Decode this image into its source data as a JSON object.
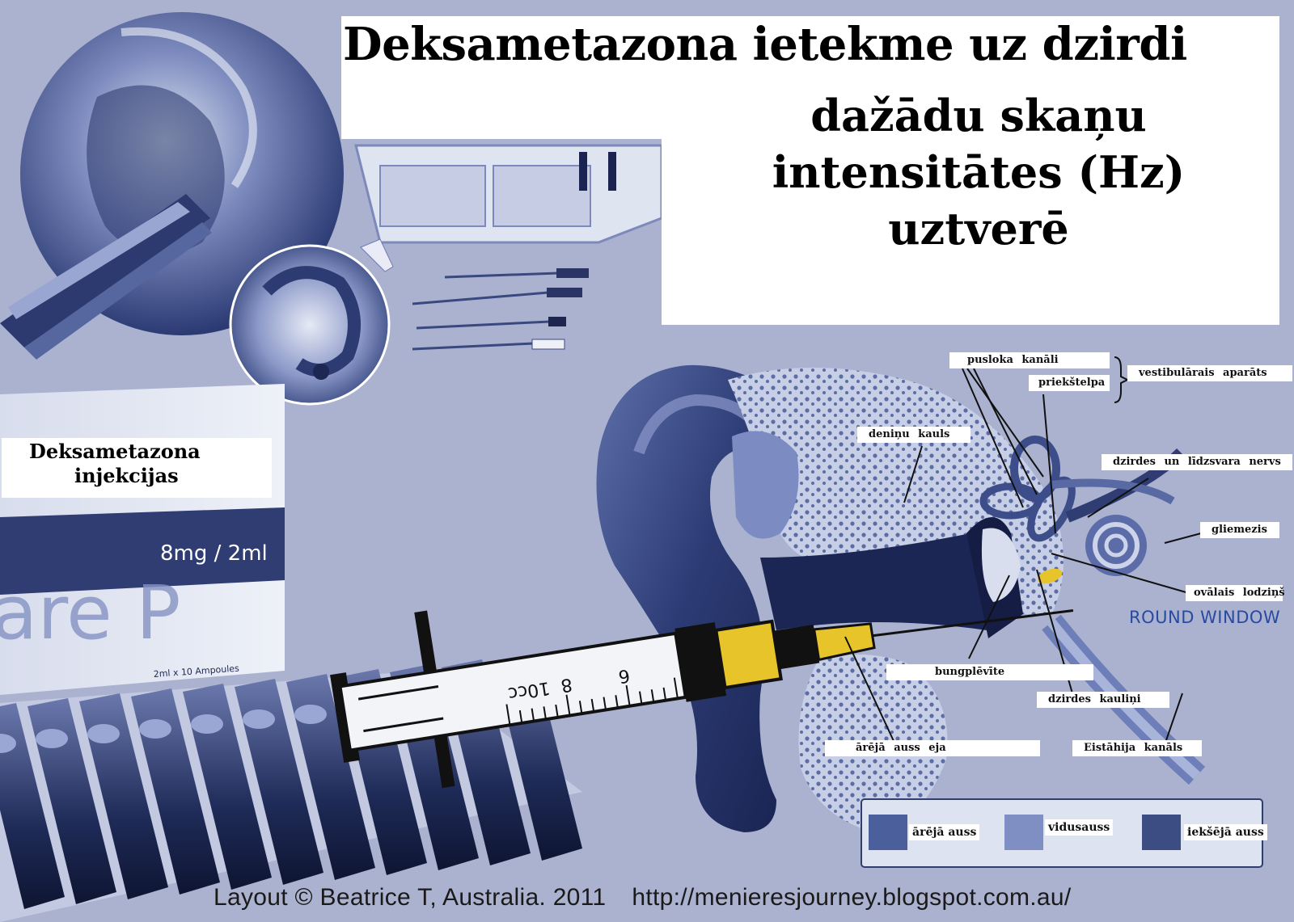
{
  "title": "Deksametazona ietekme uz dzirdi",
  "subtitle_lines": [
    "dažādu skaņu",
    "intensitātes (Hz)",
    "uztverē"
  ],
  "injection_label": [
    "Deksametazona",
    "injekcijas"
  ],
  "box_text": "8mg / 2ml",
  "box_small_text": "2ml x 10 Ampoules",
  "syringe_marks": [
    "10cc",
    "8",
    "6"
  ],
  "anatomy_labels": {
    "pusloka_kanali": "pusloka    kanāli",
    "priekstelpa": "priekštelpa",
    "vestibularais": "vestibulārais    aparāts",
    "deninu_kauls": "deniņu    kauls",
    "dzirdes_nervs": "dzirdes  un  līdzsvara  nervs",
    "gliemezis": "gliemezis",
    "ovalais": "ovālais  lodziņš",
    "round_window": "ROUND WINDOW",
    "bungplevite": "bungplēvīte",
    "kaulini": "dzirdes     kauliņi",
    "areja_eja": "ārējā    auss     eja",
    "eistahija": "Eistāhija    kanāls"
  },
  "legend": [
    {
      "label": "ārējā auss",
      "color": "#4a5f9c"
    },
    {
      "label": "vidusauss",
      "color": "#7f8fc4"
    },
    {
      "label": "iekšējā auss",
      "color": "#3c4d84"
    }
  ],
  "footer": {
    "credit": "Layout © Beatrice T, Australia. 2011",
    "url": "http://menieresjourney.blogspot.com.au/"
  }
}
